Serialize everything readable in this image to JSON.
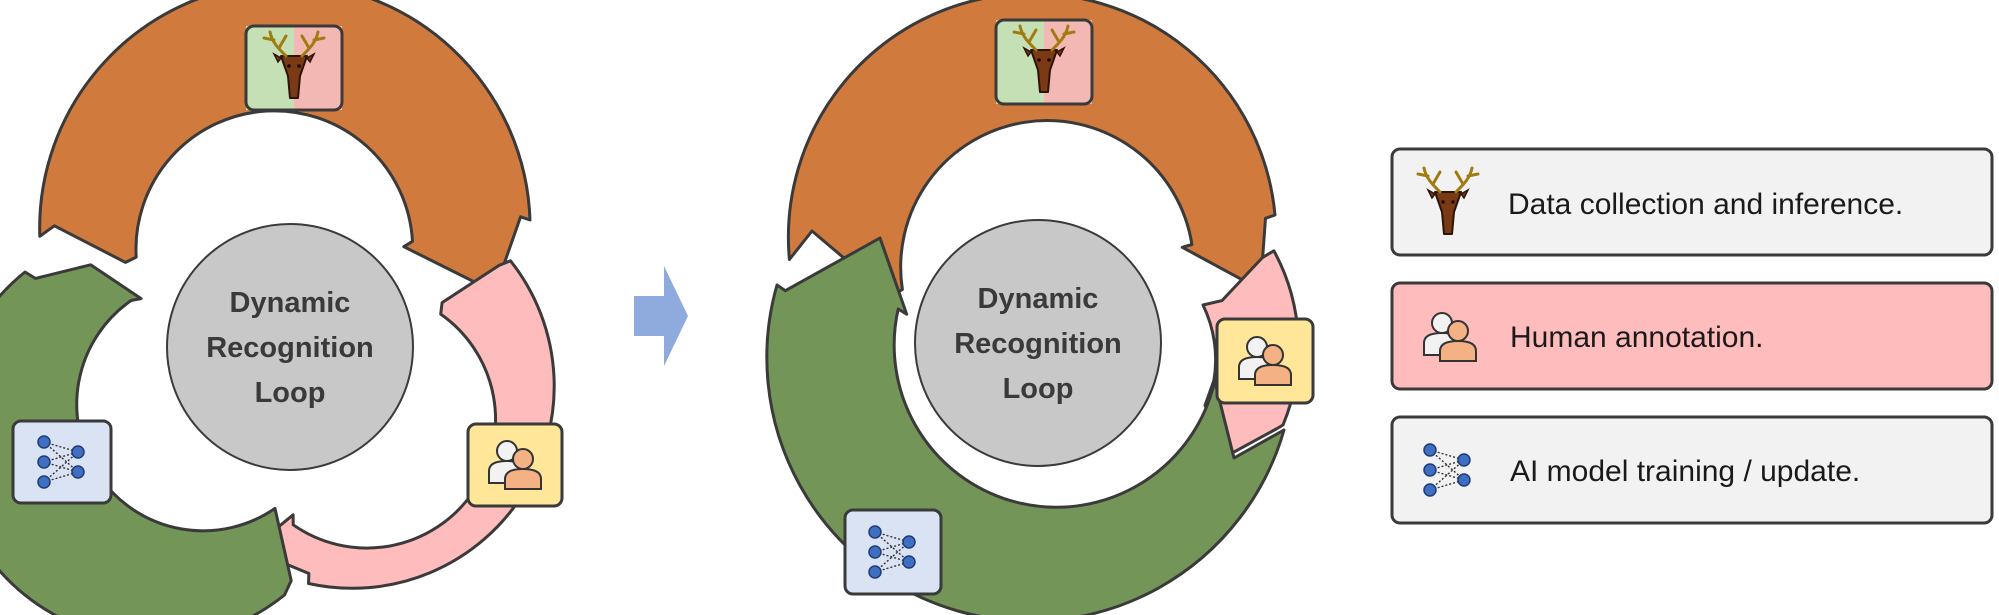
{
  "colors": {
    "collection": "#d07a3e",
    "annotation": "#ffbcbc",
    "training": "#739658",
    "hub": "#c8c8c8",
    "arrow": "#8faadc",
    "outline": "#3a3a3a"
  },
  "loops": [
    {
      "center_label": [
        "Dynamic",
        "Recognition",
        "Loop"
      ],
      "icons": {
        "collection": "deer-icon",
        "annotation": "people-icon",
        "training": "network-icon"
      }
    },
    {
      "center_label": [
        "Dynamic",
        "Recognition",
        "Loop"
      ],
      "icons": {
        "collection": "deer-icon",
        "annotation": "people-icon",
        "training": "network-icon"
      }
    }
  ],
  "transition_arrow": "right-arrow-icon",
  "legend": [
    {
      "key": "collection",
      "icon": "deer-icon",
      "label": "Data collection and inference.",
      "bg": "#f2f2f2"
    },
    {
      "key": "annotation",
      "icon": "people-icon",
      "label": "Human annotation.",
      "bg": "#ffbcbc"
    },
    {
      "key": "training",
      "icon": "network-icon",
      "label": "AI model training / update.",
      "bg": "#f2f2f2"
    }
  ]
}
